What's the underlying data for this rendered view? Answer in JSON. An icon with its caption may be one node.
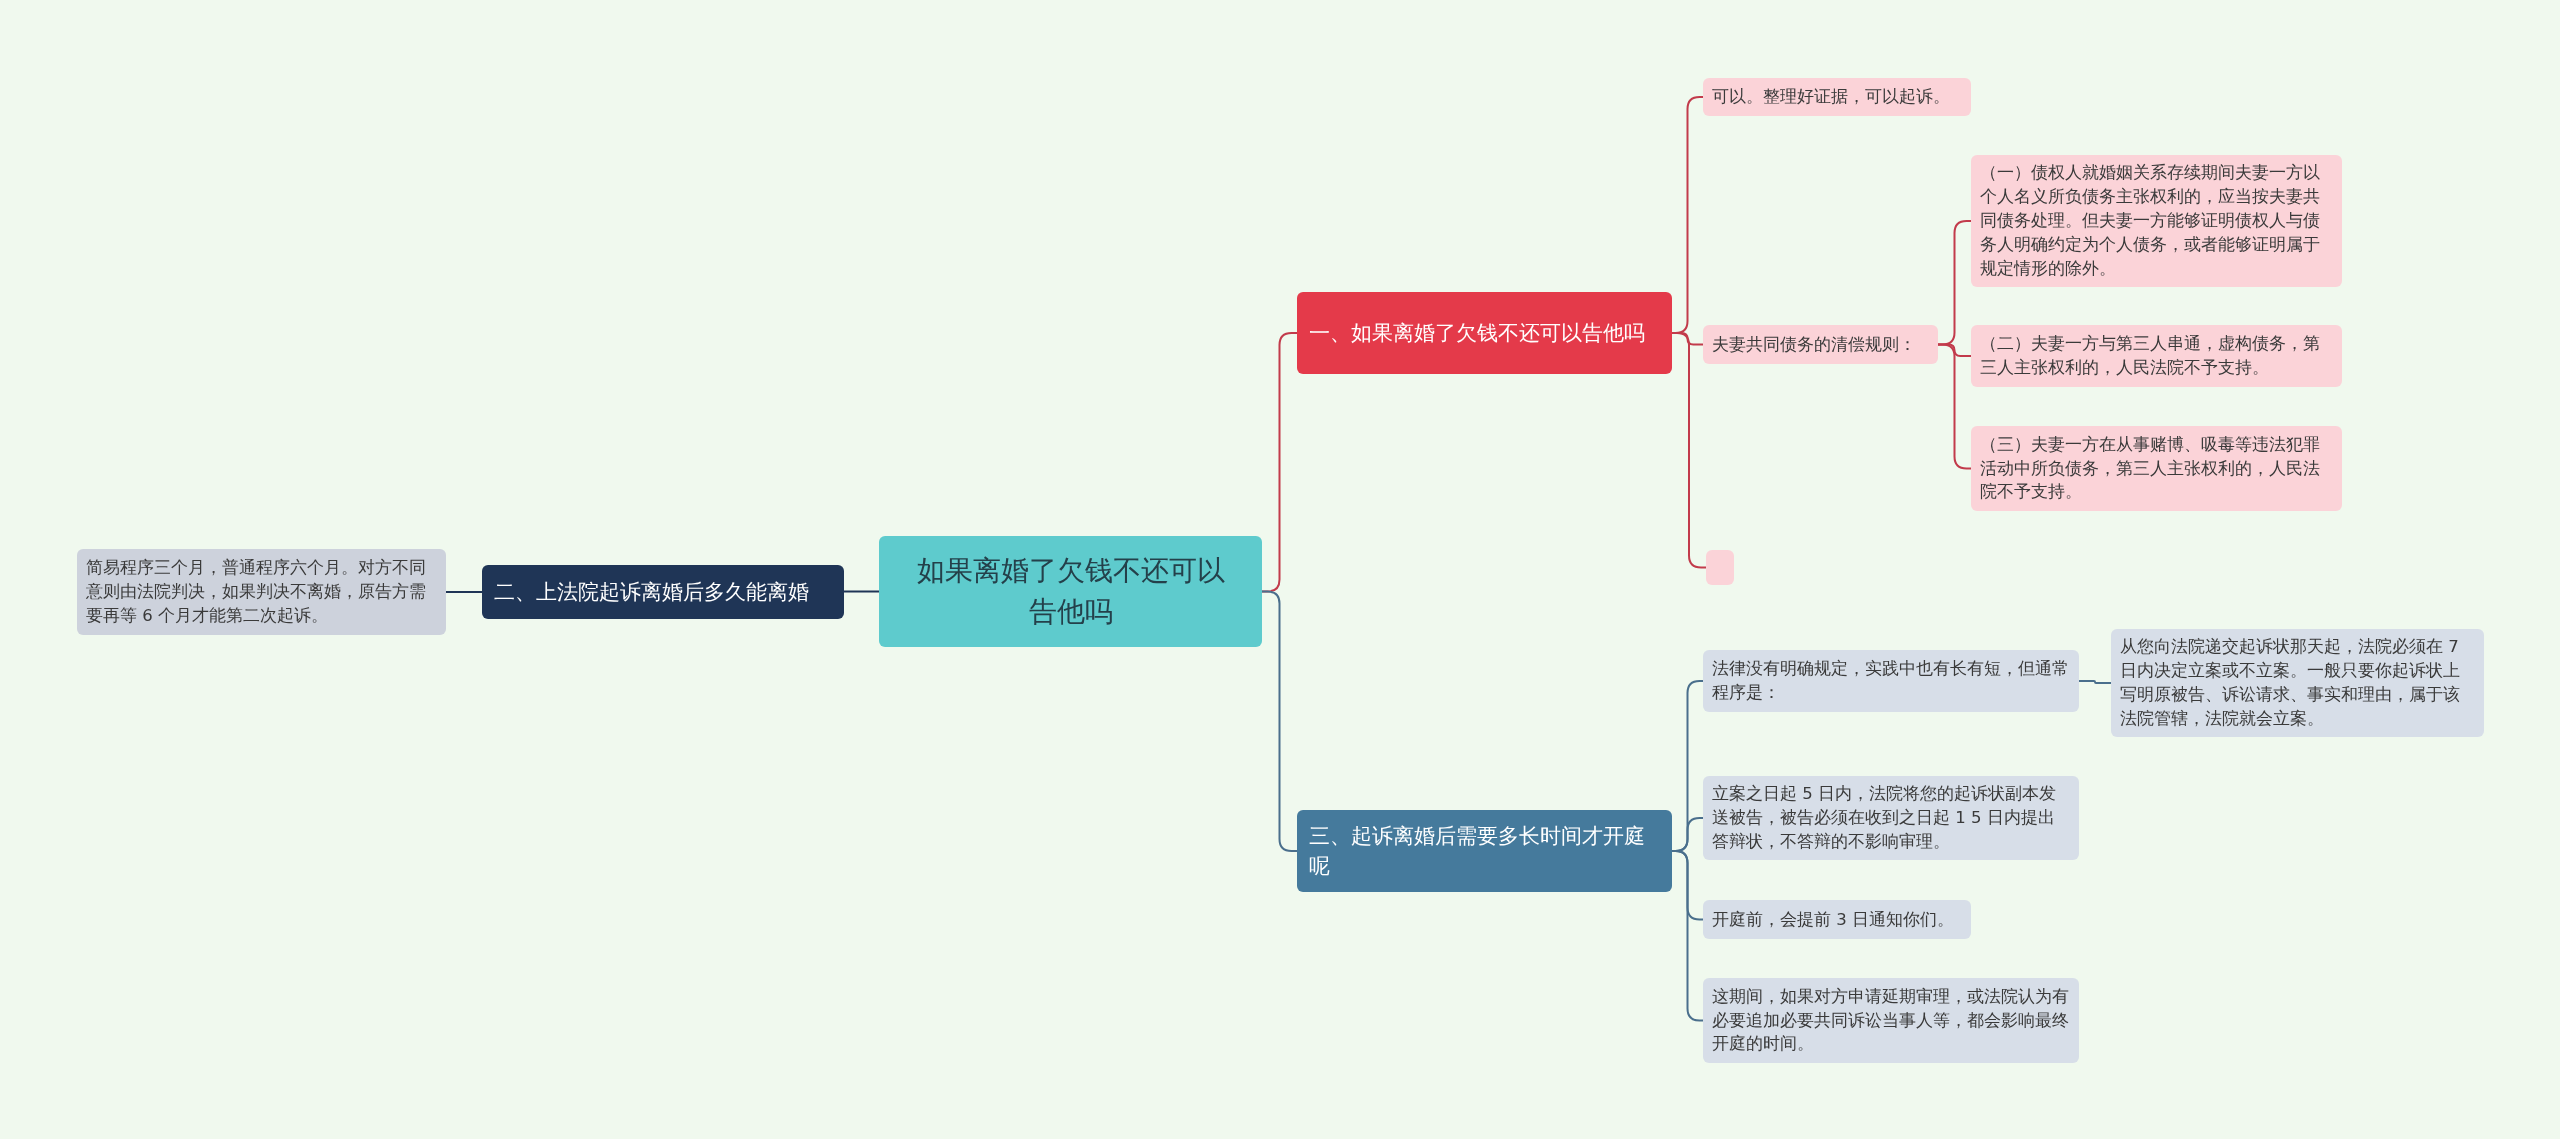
{
  "diagram": {
    "nodes": [
      {
        "text": [
          "如果离婚了欠钱不还可以告他吗"
        ]
      },
      {
        "text": [
          "一、如果离婚了欠钱不还可以告他吗"
        ]
      },
      {
        "text": [
          "可以。整理好证据，可以起诉。"
        ]
      },
      {
        "text": [
          "夫妻共同债务的清偿规则："
        ]
      },
      {
        "text": [
          "（一）债权人就婚姻关系存续期间夫妻一方以个人名义所负债务主张权利的，应当按夫妻共同债务处理。但夫妻一方能够证明债权人与债务人明确约定为个人债务，或者能够证明属于规定情形的除外。"
        ]
      },
      {
        "text": [
          "（二）夫妻一方与第三人串通，虚构债务，第三人主张权利的，人民法院不予支持。"
        ]
      },
      {
        "text": [
          "（三）夫妻一方在从事赌博、吸毒等违法犯罪活动中所负债务，第三人主张权利的，人民法院不予支持。"
        ]
      },
      {
        "text": [],
        "shape": "box"
      },
      {
        "text": [
          "二、上法院起诉离婚后多久能离婚"
        ]
      },
      {
        "text": [
          "简易程序三个月，普通程序六个月。对方不同意则由法院判决，如果判决不离婚，原告方需要再等 6 个月才能第二次起诉。"
        ]
      },
      {
        "text": [
          "三、起诉离婚后需要多长时间才开庭呢"
        ]
      },
      {
        "text": [
          "法律没有明确规定，实践中也有长有短，但通常程序是："
        ]
      },
      {
        "text": [
          "从您向法院递交起诉状那天起，法院必须在 7 日内决定立案或不立案。一般只要你起诉状上写明原被告、诉讼请求、事实和理由，属于该法院管辖，法院就会立案。"
        ]
      },
      {
        "text": [
          "立案之日起 5 日内，法院将您的起诉状副本发送被告，被告必须在收到之日起 1 5 日内提出答辩状，不答辩的不影响审理。"
        ]
      },
      {
        "text": [
          "开庭前，会提前 3 日通知你们。"
        ]
      },
      {
        "text": [
          "这期间，如果对方申请延期审理，或法院认为有必要追加必要共同诉讼当事人等，都会影响最终开庭的时间。"
        ]
      }
    ],
    "edges": [
      {
        "from": 0,
        "to": 1,
        "arrow": "none",
        "color": "#c23b4b"
      },
      {
        "from": 1,
        "to": 2,
        "arrow": "none",
        "color": "#c23b4b"
      },
      {
        "from": 1,
        "to": 3,
        "arrow": "none",
        "color": "#c23b4b"
      },
      {
        "from": 3,
        "to": 4,
        "arrow": "none",
        "color": "#c23b4b"
      },
      {
        "from": 3,
        "to": 5,
        "arrow": "none",
        "color": "#c23b4b"
      },
      {
        "from": 3,
        "to": 6,
        "arrow": "none",
        "color": "#c23b4b"
      },
      {
        "from": 1,
        "to": 7,
        "arrow": "none",
        "color": "#c23b4b"
      },
      {
        "from": 0,
        "to": 8,
        "arrow": "none",
        "color": "#1f3556"
      },
      {
        "from": 8,
        "to": 9,
        "arrow": "none",
        "color": "#1f3556"
      },
      {
        "from": 0,
        "to": 10,
        "arrow": "none",
        "color": "#4a6f8c"
      },
      {
        "from": 10,
        "to": 11,
        "arrow": "none",
        "color": "#4a6f8c"
      },
      {
        "from": 11,
        "to": 12,
        "arrow": "none",
        "color": "#4a6f8c"
      },
      {
        "from": 10,
        "to": 13,
        "arrow": "none",
        "color": "#4a6f8c"
      },
      {
        "from": 10,
        "to": 14,
        "arrow": "none",
        "color": "#4a6f8c"
      },
      {
        "from": 10,
        "to": 15,
        "arrow": "none",
        "color": "#4a6f8c"
      }
    ]
  }
}
